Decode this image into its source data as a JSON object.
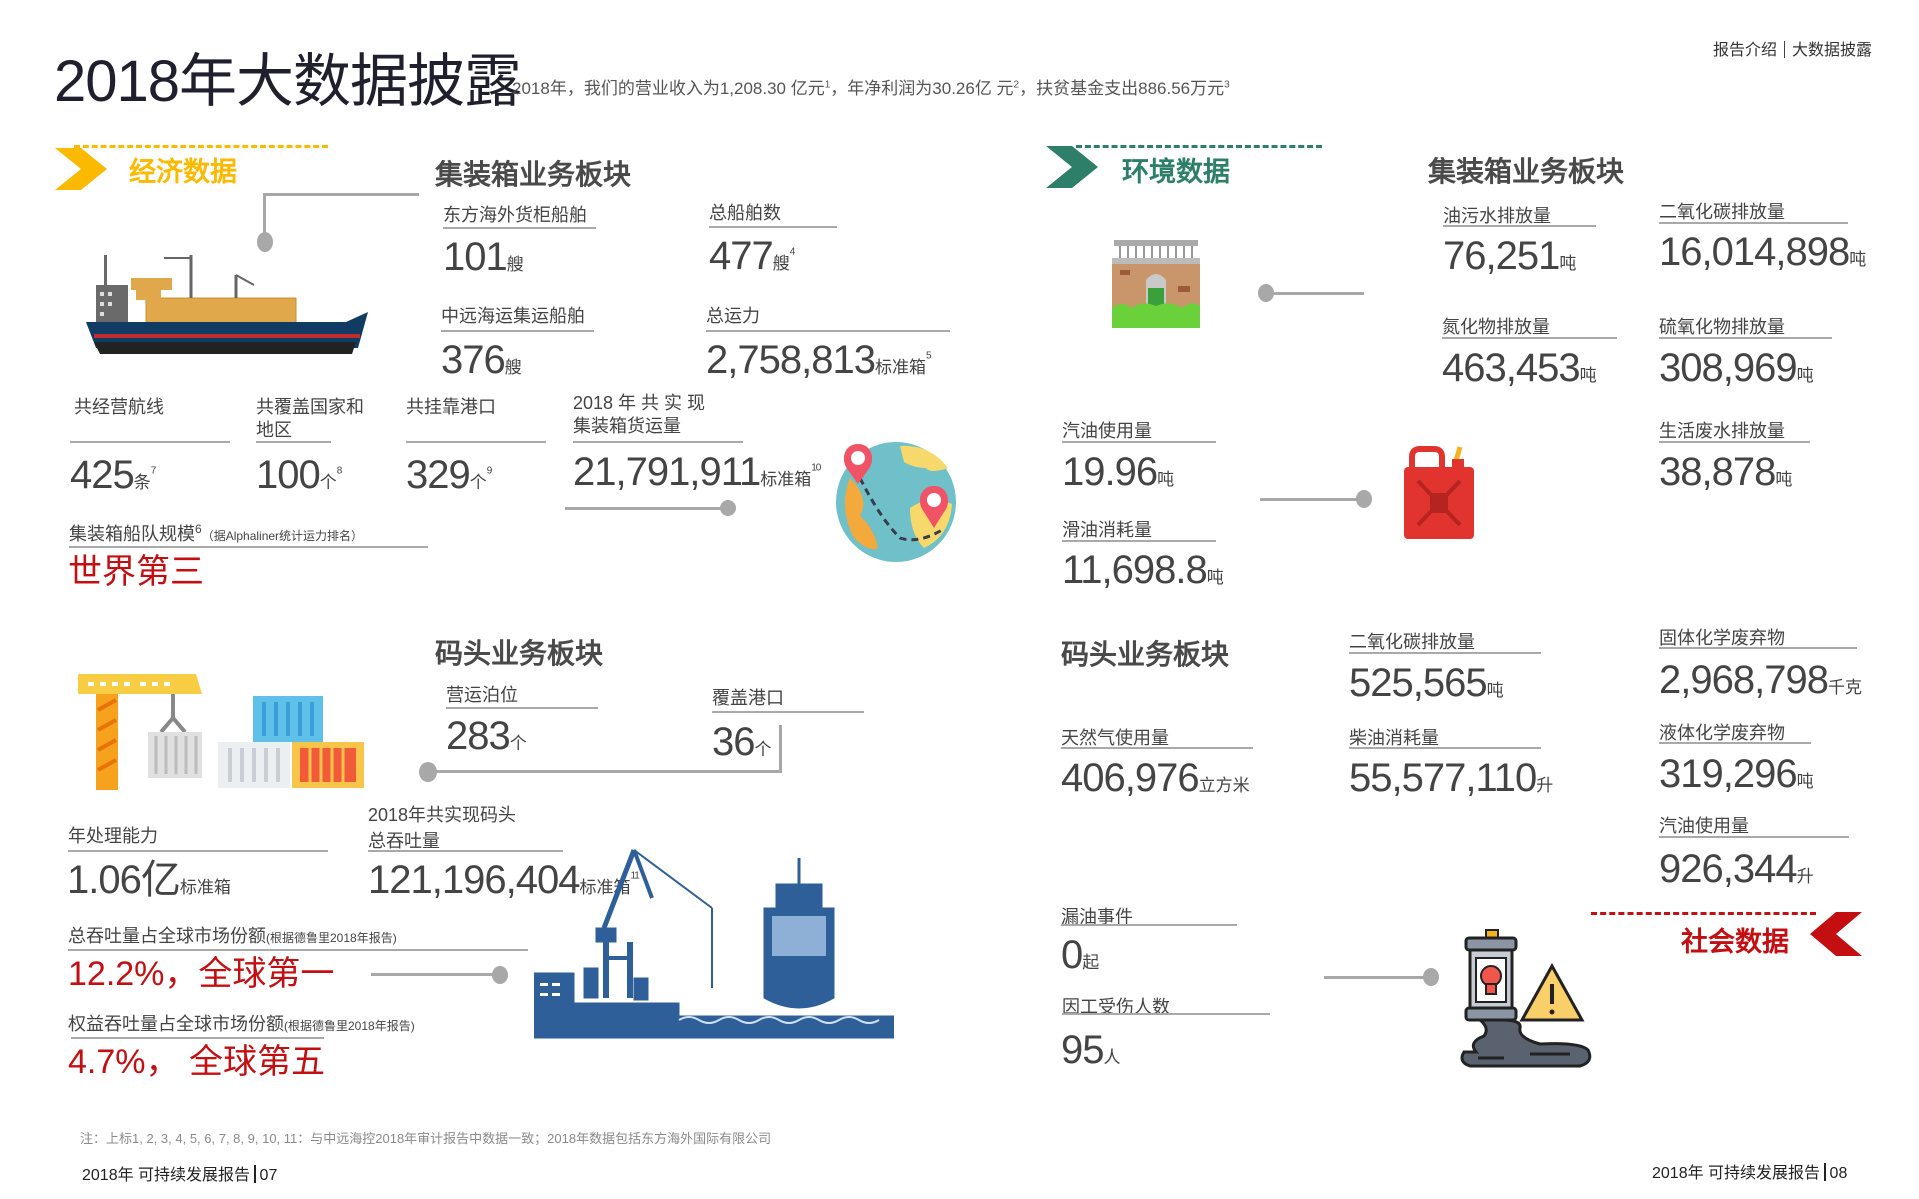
{
  "header": {
    "title": "2018年大数据披露",
    "subtitle": {
      "p1": "2018年，我们的营业收入为1,208.30 亿元",
      "s1": "1",
      "p2": "，年净利润为30.26亿 元",
      "s2": "2",
      "p3": "，扶贫基金支出886.56万元",
      "s3": "3"
    },
    "nav": {
      "section": "报告介绍",
      "current": "大数据披露"
    }
  },
  "colors": {
    "economic": "#fbb900",
    "environment": "#2d7f6a",
    "social": "#c40f12",
    "highlight_red": "#c40f12",
    "connector": "#a8a8a8"
  },
  "economic": {
    "tag": "经济数据",
    "container": {
      "heading": "集装箱业务板块",
      "stats": [
        {
          "label": "东方海外货柜船舶",
          "value": "101",
          "unit": "艘",
          "sup": ""
        },
        {
          "label": "总船舶数",
          "value": "477",
          "unit": "艘",
          "sup": "4"
        },
        {
          "label": "中远海运集运船舶",
          "value": "376",
          "unit": "艘",
          "sup": ""
        },
        {
          "label": "总运力",
          "value": "2,758,813",
          "unit": "标准箱",
          "sup": "5"
        },
        {
          "label": "共经营航线",
          "value": "425",
          "unit": "条",
          "sup": "7"
        },
        {
          "label_l1": "共覆盖国家和",
          "label_l2": "地区",
          "value": "100",
          "unit": "个",
          "sup": "8"
        },
        {
          "label": "共挂靠港口",
          "value": "329",
          "unit": "个",
          "sup": "9"
        },
        {
          "label_l1": "2018 年 共 实 现",
          "label_l2": "集装箱货运量",
          "value": "21,791,911",
          "unit": "标准箱",
          "sup": "10"
        }
      ],
      "fleet_rank": {
        "label": "集装箱船队规模",
        "sup": "6",
        "note": "（据Alphaliner统计运力排名）",
        "value": "世界第三"
      }
    },
    "terminal": {
      "heading": "码头业务板块",
      "stats": [
        {
          "label": "营运泊位",
          "value": "283",
          "unit": "个"
        },
        {
          "label": "覆盖港口",
          "value": "36",
          "unit": "个"
        },
        {
          "label": "年处理能力",
          "value": "1.06亿",
          "unit": "标准箱"
        },
        {
          "label_l1": "2018年共实现码头",
          "label_l2": "总吞吐量",
          "value": "121,196,404",
          "unit": "标准箱",
          "sup": "11"
        }
      ],
      "share_total": {
        "label": "总吞吐量占全球市场份额",
        "note": "(根据德鲁里2018年报告)",
        "value": "12.2%，全球第一"
      },
      "share_equity": {
        "label": "权益吞吐量占全球市场份额",
        "note": "(根据德鲁里2018年报告)",
        "value": "4.7%， 全球第五"
      }
    }
  },
  "environment": {
    "tag": "环境数据",
    "container": {
      "heading": "集装箱业务板块",
      "stats": [
        {
          "label": "油污水排放量",
          "value": "76,251",
          "unit": "吨"
        },
        {
          "label": "二氧化碳排放量",
          "value": "16,014,898",
          "unit": "吨"
        },
        {
          "label": "氮化物排放量",
          "value": "463,453",
          "unit": "吨"
        },
        {
          "label": "硫氧化物排放量",
          "value": "308,969",
          "unit": "吨"
        },
        {
          "label": "汽油使用量",
          "value": "19.96",
          "unit": "吨"
        },
        {
          "label": "滑油消耗量",
          "value": "11,698.8",
          "unit": "吨"
        },
        {
          "label": "生活废水排放量",
          "value": "38,878",
          "unit": "吨"
        }
      ]
    },
    "terminal": {
      "heading": "码头业务板块",
      "stats": [
        {
          "label": "二氧化碳排放量",
          "value": "525,565",
          "unit": "吨"
        },
        {
          "label": "固体化学废弃物",
          "value": "2,968,798",
          "unit": "千克"
        },
        {
          "label": "天然气使用量",
          "value": "406,976",
          "unit": "立方米"
        },
        {
          "label": "柴油消耗量",
          "value": "55,577,110",
          "unit": "升"
        },
        {
          "label": "液体化学废弃物",
          "value": "319,296",
          "unit": "吨"
        },
        {
          "label": "汽油使用量",
          "value": "926,344",
          "unit": "升"
        }
      ]
    }
  },
  "social": {
    "tag": "社会数据",
    "stats": [
      {
        "label": "漏油事件",
        "value": "0",
        "unit": "起"
      },
      {
        "label": "因工受伤人数",
        "value": "95",
        "unit": "人"
      }
    ]
  },
  "footnote": "注：上标1, 2, 3, 4, 5, 6, 7, 8, 9, 10, 11：与中远海控2018年审计报告中数据一致；2018年数据包括东方海外国际有限公司",
  "footer": {
    "left": {
      "text": "2018年 可持续发展报告",
      "page": "07"
    },
    "right": {
      "text": "2018年 可持续发展报告",
      "page": "08"
    }
  }
}
